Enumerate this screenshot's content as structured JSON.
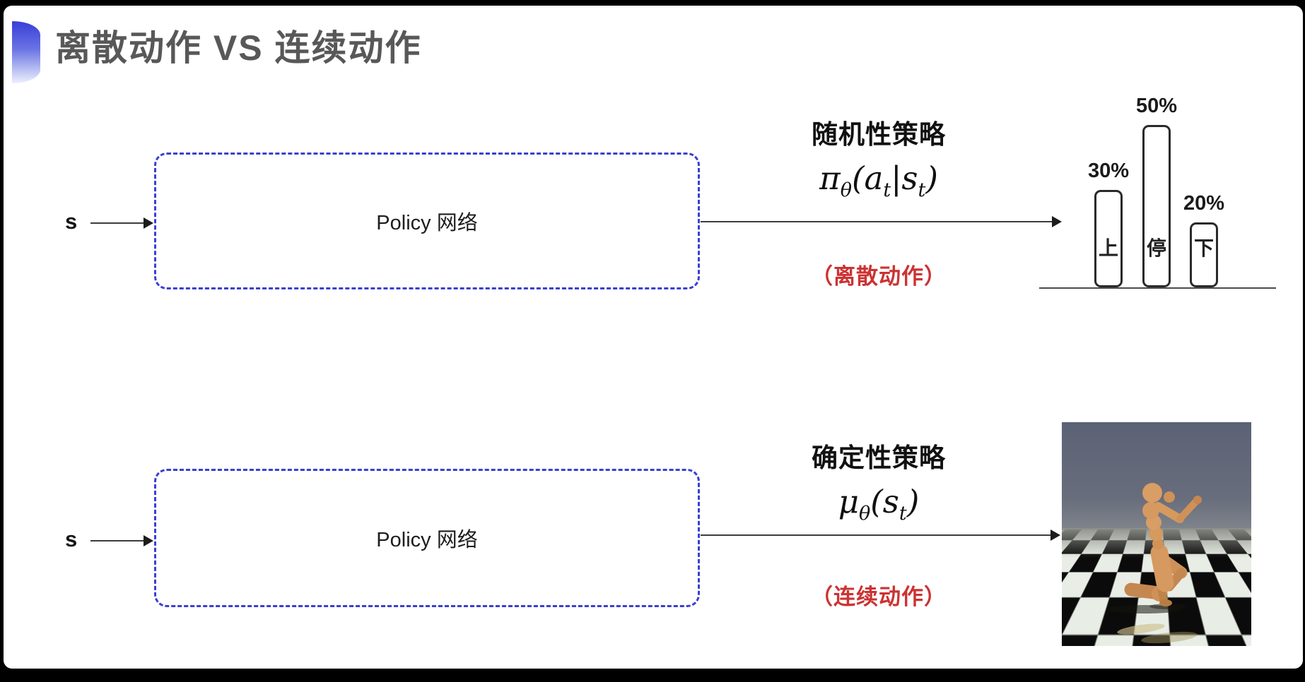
{
  "slide": {
    "title": "离散动作 VS 连续动作",
    "title_color": "#585858",
    "accent_icon": "blue-crescent-bullet",
    "accent_gradient": [
      "#383ed8",
      "#eef0fd"
    ]
  },
  "colors": {
    "box_border": "#3a3fd0",
    "arrow": "#1c1c1c",
    "action_note_red": "#cc3232",
    "bar_outline": "#2a2a2a"
  },
  "stochastic_row": {
    "input_label": "s",
    "box_label": "Policy 网络",
    "policy_title": "随机性策略",
    "formula": {
      "main": "π",
      "main_sub": "θ",
      "open": "(a",
      "open_sub": "t",
      "mid": "|s",
      "mid_sub": "t",
      "close": ")"
    },
    "action_note": "（离散动作）"
  },
  "deterministic_row": {
    "input_label": "s",
    "box_label": "Policy 网络",
    "policy_title": "确定性策略",
    "formula": {
      "main": "μ",
      "main_sub": "θ",
      "open": "(s",
      "open_sub": "t",
      "close": ")"
    },
    "action_note": "（连续动作）"
  },
  "chart_data": {
    "type": "bar",
    "title": "",
    "categories": [
      "上",
      "停",
      "下"
    ],
    "values": [
      30,
      50,
      20
    ],
    "value_labels": [
      "30%",
      "50%",
      "20%"
    ],
    "ylim": [
      0,
      55
    ],
    "grid": false,
    "bar_style": "white fill, dark rounded outline",
    "axis": "baseline only, no ticks"
  },
  "mujoco_scene": {
    "content": "MuJoCo humanoid robot running on checkerboard floor",
    "sky_top": "#5c6275",
    "sky_horizon": "#8b8e85",
    "floor_dark": "#0b0b0b",
    "floor_light": "#e8eee6",
    "body_color": "#d6995f"
  }
}
